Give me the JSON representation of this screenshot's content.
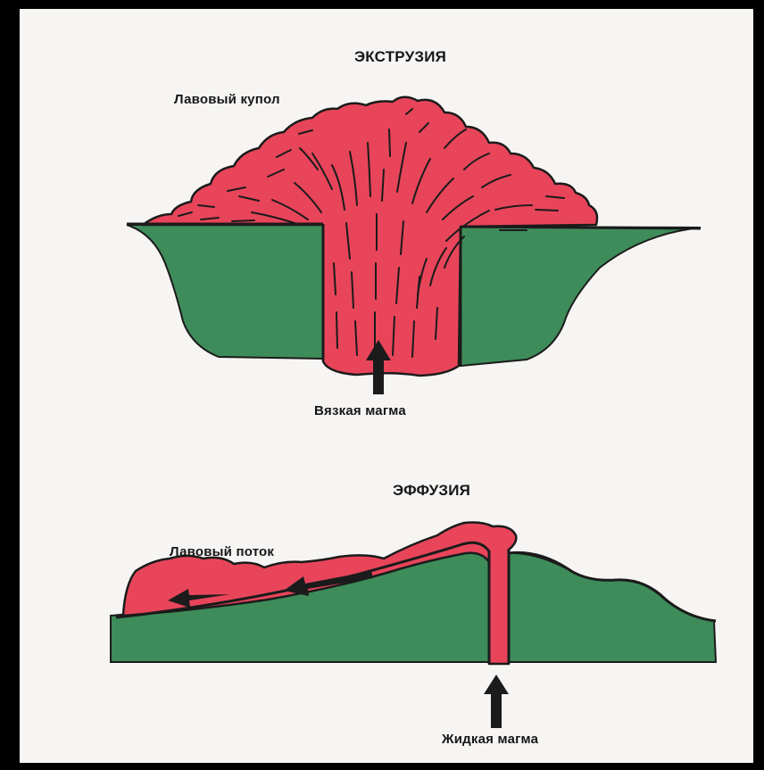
{
  "extrusion": {
    "title": "ЭКСТРУЗИЯ",
    "dome_label": "Лавовый купол",
    "magma_label": "Вязкая магма"
  },
  "effusion": {
    "title": "ЭФФУЗИЯ",
    "flow_label": "Лавовый поток",
    "magma_label": "Жидкая магма"
  },
  "colors": {
    "lava": "#e8455a",
    "ground": "#3e8c5a",
    "outline": "#1b1b1b",
    "paper": "#f6f5f3",
    "frame": "#000000"
  }
}
